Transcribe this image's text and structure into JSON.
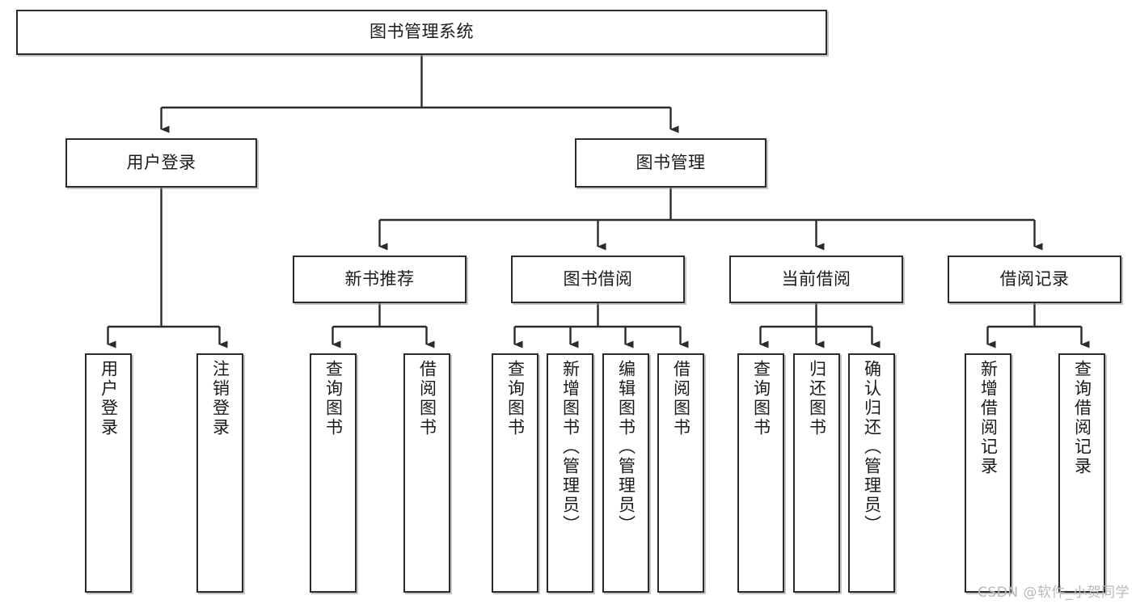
{
  "diagram": {
    "title": "图书管理系统",
    "type": "tree-hierarchy-diagram",
    "root": {
      "label": "图书管理系统"
    },
    "level2": [
      {
        "label": "用户登录"
      },
      {
        "label": "图书管理"
      }
    ],
    "level3": [
      {
        "label": "新书推荐"
      },
      {
        "label": "图书借阅"
      },
      {
        "label": "当前借阅"
      },
      {
        "label": "借阅记录"
      }
    ],
    "leaves": {
      "user_login": [
        {
          "label": "用户登录"
        },
        {
          "label": "注销登录"
        }
      ],
      "new_book_recommend": [
        {
          "label": "查询图书"
        },
        {
          "label": "借阅图书"
        }
      ],
      "book_borrow": [
        {
          "label": "查询图书"
        },
        {
          "label": "新增图书（管理员）"
        },
        {
          "label": "编辑图书（管理员）"
        },
        {
          "label": "借阅图书"
        }
      ],
      "current_borrow": [
        {
          "label": "查询图书"
        },
        {
          "label": "归还图书"
        },
        {
          "label": "确认归还（管理员）"
        }
      ],
      "borrow_record": [
        {
          "label": "新增借阅记录"
        },
        {
          "label": "查询借阅记录"
        }
      ]
    }
  },
  "watermark": {
    "text": "CSDN @软件_小贺同学"
  },
  "colors": {
    "border": "#2b2b2b",
    "background": "#ffffff",
    "text": "#1b1b1b",
    "watermark": "#b9b9b9"
  }
}
